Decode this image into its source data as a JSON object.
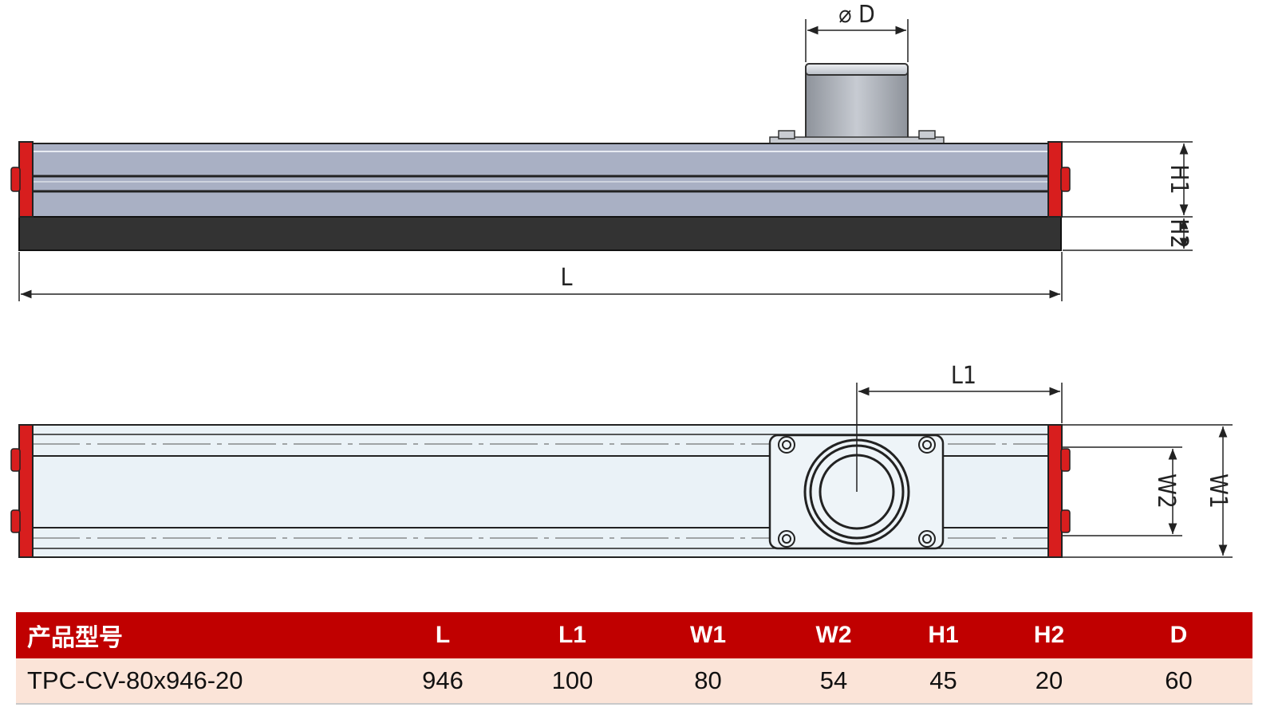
{
  "drawing": {
    "dimensions": {
      "diameter": "⌀ D",
      "h1": "H1",
      "h2": "H2",
      "length": "L",
      "l1": "L1",
      "w2": "W2",
      "w1": "W1"
    }
  },
  "colors": {
    "endcap": "#d81e1e",
    "body": "#a9b0c4",
    "base": "#333333",
    "table_header": "#c00000",
    "table_row": "#fbe4d8"
  },
  "table": {
    "headers": [
      "产品型号",
      "L",
      "L1",
      "W1",
      "W2",
      "H1",
      "H2",
      "D"
    ],
    "rows": [
      [
        "TPC-CV-80x946-20",
        "946",
        "100",
        "80",
        "54",
        "45",
        "20",
        "60"
      ]
    ]
  }
}
